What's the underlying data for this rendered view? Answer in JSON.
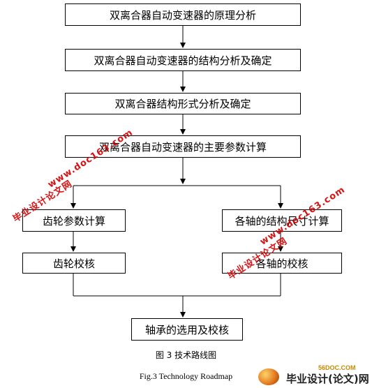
{
  "nodes": {
    "principle": "双离合器自动变速器的原理分析",
    "structure": "双离合器自动变速器的结构分析及确定",
    "form": "双离合器结构形式分析及确定",
    "params": "双离合器自动变速器的主要参数计算",
    "gear_calc": "齿轮参数计算",
    "shaft_calc": "各轴的结构尺寸计算",
    "gear_check": "齿轮校核",
    "shaft_check": "各轴的校核",
    "bearing": "轴承的选用及校核"
  },
  "caption": {
    "cn": "图 3  技术路线图",
    "en": "Fig.3 Technology Roadmap"
  },
  "watermarks": {
    "site": "www.doc163.com",
    "brand": "毕业设计论文网"
  },
  "logo": {
    "small": "56DOC.COM",
    "main": "毕业设计(论文)网"
  }
}
